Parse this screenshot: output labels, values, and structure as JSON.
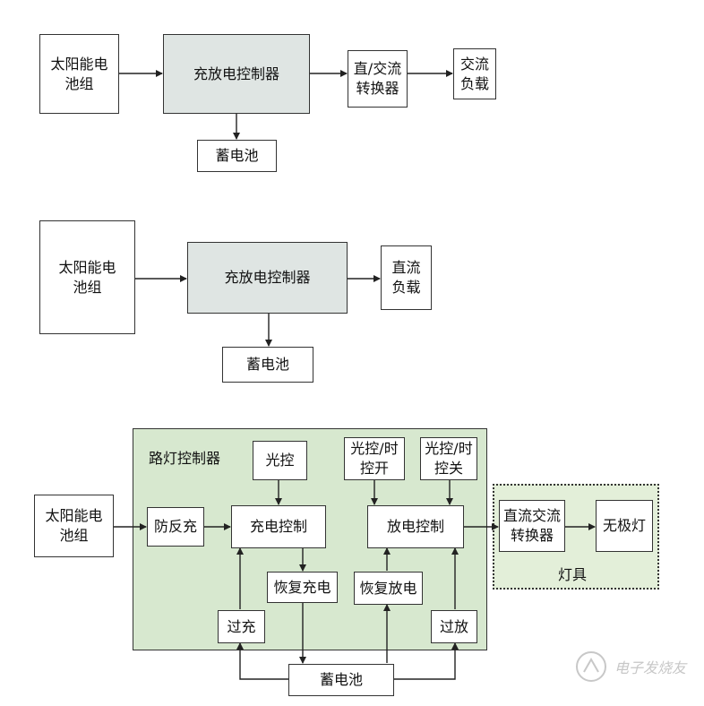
{
  "diagram1": {
    "solar": "太阳能电\n池组",
    "controller": "充放电控制器",
    "inverter": "直/交流\n转换器",
    "ac_load": "交流\n负载",
    "battery": "蓄电池"
  },
  "diagram2": {
    "solar": "太阳能电\n池组",
    "controller": "充放电控制器",
    "dc_load": "直流\n负载",
    "battery": "蓄电池"
  },
  "diagram3": {
    "solar": "太阳能电\n池组",
    "controller_title": "路灯控制器",
    "light_control": "光控",
    "light_timer_on": "光控/时\n控开",
    "light_timer_off": "光控/时\n控关",
    "anti_reverse": "防反充",
    "charge_control": "充电控制",
    "discharge_control": "放电控制",
    "recover_charge": "恢复充电",
    "recover_discharge": "恢复放电",
    "overcharge": "过充",
    "overdischarge": "过放",
    "battery": "蓄电池",
    "dc_ac_converter": "直流交流\n转换器",
    "electrodeless_lamp": "无极灯",
    "lamp_fixture": "灯具"
  },
  "watermark": {
    "text": "电子发烧友"
  },
  "colors": {
    "controller_fill": "#dfe5e3",
    "street_controller_fill": "#d7e8cf",
    "lamp_region_fill": "#e3efd9"
  }
}
